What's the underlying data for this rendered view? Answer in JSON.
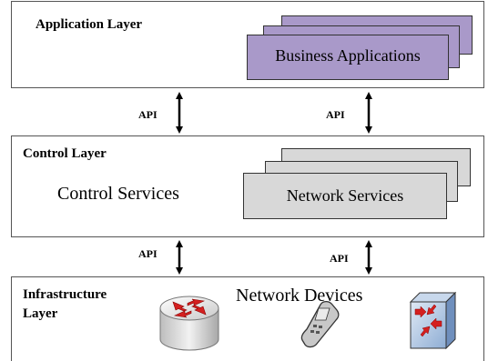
{
  "layers": {
    "application": {
      "title": "Application Layer",
      "stack_label": "Business Applications"
    },
    "control": {
      "title": "Control Layer",
      "services_label": "Control Services",
      "stack_label": "Network Services"
    },
    "infrastructure": {
      "title_line1": "Infrastructure",
      "title_line2": "Layer",
      "devices_label": "Network Devices"
    }
  },
  "apis": {
    "upper_left": "API",
    "upper_right": "API",
    "lower_left": "API",
    "lower_right": "API"
  },
  "colors": {
    "business_apps": "#a999c9",
    "network_services": "#d8d8d8",
    "router_arrows": "#d42020",
    "switch_body": "#9db8d9"
  },
  "icons": [
    "router-icon",
    "mobile-phone-icon",
    "switch-icon"
  ]
}
